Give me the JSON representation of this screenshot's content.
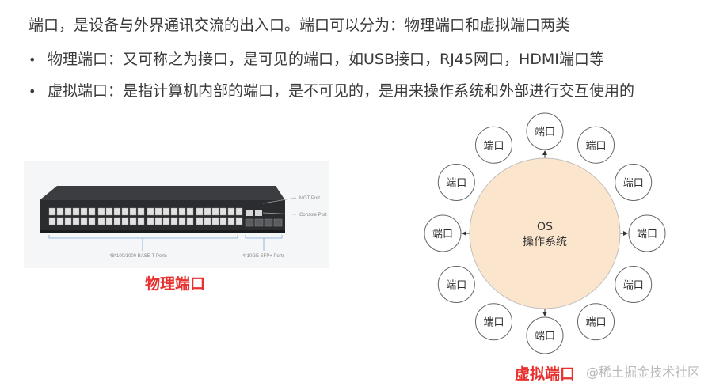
{
  "heading": "端口，是设备与外界通讯交流的出入口。端口可以分为：物理端口和虚拟端口两类",
  "bullets": [
    {
      "marker": "•",
      "text": "物理端口：又可称之为接口，是可见的端口，如USB接口，RJ45网口，HDMI端口等"
    },
    {
      "marker": "•",
      "text": "虚拟端口：是指计算机内部的端口，是不可见的，是用来操作系统和外部进行交互使用的"
    }
  ],
  "switch_image": {
    "label_mgt": "MGT Port",
    "label_console": "Console Port",
    "label_base_t": "48*100/1000 BASE-T Ports",
    "label_sfp": "4*10GE SFP+ Ports"
  },
  "caption_physical": "物理端口",
  "caption_virtual": "虚拟端口",
  "os_circle": {
    "line1": "OS",
    "line2": "操作系统",
    "fill": "#fce5cd",
    "stroke": "#bfbfbf"
  },
  "port_nodes": [
    "端口",
    "端口",
    "端口",
    "端口",
    "端口",
    "端口",
    "端口",
    "端口",
    "端口",
    "端口",
    "端口",
    "端口"
  ],
  "watermark": "@稀土掘金技术社区",
  "colors": {
    "accent_red": "#e8312f",
    "text": "#3a3a3a"
  }
}
